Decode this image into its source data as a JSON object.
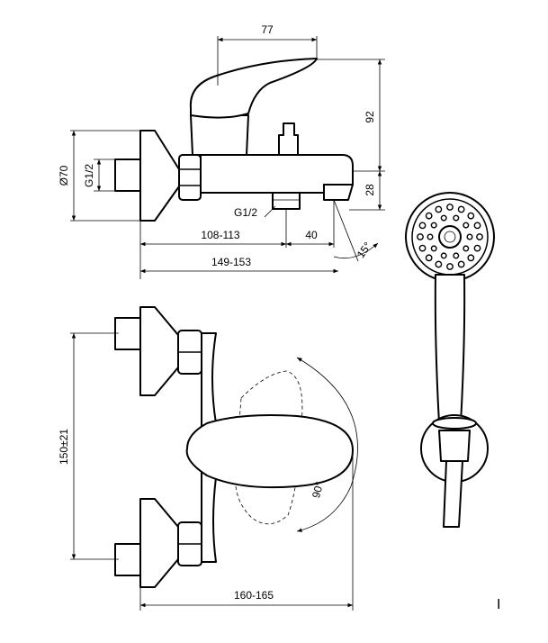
{
  "dimensions": {
    "lever_reach": "77",
    "lever_height": "92",
    "spout_height": "28",
    "flange_diameter": "Ø70",
    "inlet_thread": "G1/2",
    "outlet_thread": "G1/2",
    "wall_to_outlet": "108-113",
    "outlet_to_spout": "40",
    "spout_angle": "15°",
    "overall_depth": "149-153",
    "inlet_centres": "150±21",
    "lever_rotation": "90°",
    "overall_width": "160-165"
  },
  "corner_mark": "I"
}
